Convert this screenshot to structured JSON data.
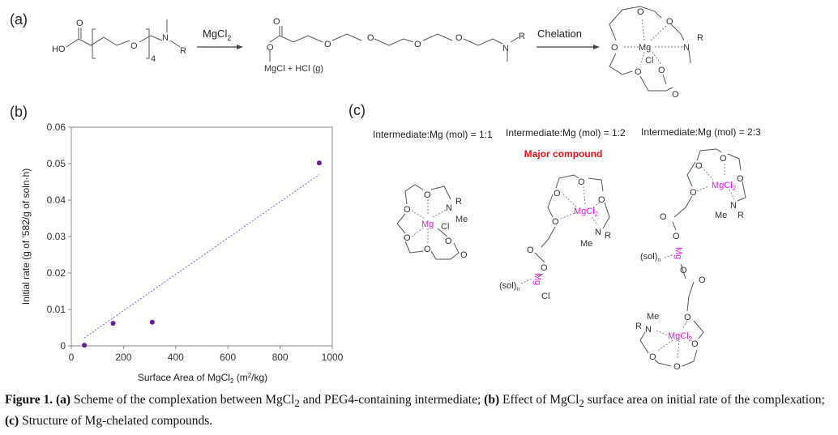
{
  "panel_a": {
    "label": "(a)",
    "reactant": {
      "ho": "HO",
      "o": "O",
      "n": "N",
      "r": "R",
      "repeat": "4"
    },
    "reagent": {
      "text": "MgCl",
      "sub": "2"
    },
    "intermediate": {
      "byproduct": "MgCl + HCl (g)"
    },
    "step2": "Chelation",
    "product": {
      "mg": "Mg",
      "cl": "Cl"
    }
  },
  "panel_b": {
    "label": "(b)"
  },
  "panel_c": {
    "label": "(c)",
    "headers": [
      "Intermediate:Mg (mol) = 1:1",
      "Intermediate:Mg (mol) = 1:2",
      "Intermediate:Mg (mol) = 2:3"
    ],
    "highlight": "Major compound",
    "highlight_color": "#e8141c",
    "atoms": {
      "o": "O",
      "n": "N",
      "r": "R",
      "me": "Me",
      "mg": "Mg",
      "cl": "Cl",
      "mgcl2": "MgCl",
      "sub2": "2",
      "sol": "(sol)",
      "subn": "n"
    }
  },
  "chart_data": {
    "type": "scatter",
    "title": "",
    "xlabel": "Surface Area of MgCl2 (m2/kg)",
    "xlabel_parts": {
      "pre": "Surface Area of MgCl",
      "sub": "2",
      "mid": " (m",
      "sup": "2",
      "post": "/kg)"
    },
    "ylabel": "Initial rate (g of '582/g of soln·h)",
    "xlim": [
      0,
      1000
    ],
    "ylim": [
      0,
      0.06
    ],
    "xticks": [
      "0",
      "200",
      "400",
      "600",
      "800",
      "1000"
    ],
    "yticks": [
      "0",
      "0.01",
      "0.02",
      "0.03",
      "0.04",
      "0.05",
      "0.06"
    ],
    "grid": false,
    "marker_color": "#6a1b9a",
    "trendline_color": "#9b6fd6",
    "points": [
      {
        "x": 50,
        "y": 0.0002
      },
      {
        "x": 160,
        "y": 0.0062
      },
      {
        "x": 310,
        "y": 0.0065
      },
      {
        "x": 950,
        "y": 0.0502
      }
    ],
    "trendline": {
      "type": "linear",
      "x": [
        50,
        950
      ],
      "y": [
        0.0022,
        0.047
      ]
    }
  },
  "caption": {
    "fig": "Figure 1.",
    "a": "(a)",
    "a_text": " Scheme of the complexation between MgCl",
    "sub1": "2",
    "a_text2": " and PEG4-containing intermediate; ",
    "b": "(b)",
    "b_text": " Effect of MgCl",
    "sub2": "2",
    "b_text2": " surface area on initial rate of the complexation; ",
    "c": "(c)",
    "c_text": " Structure of Mg-chelated compounds."
  }
}
